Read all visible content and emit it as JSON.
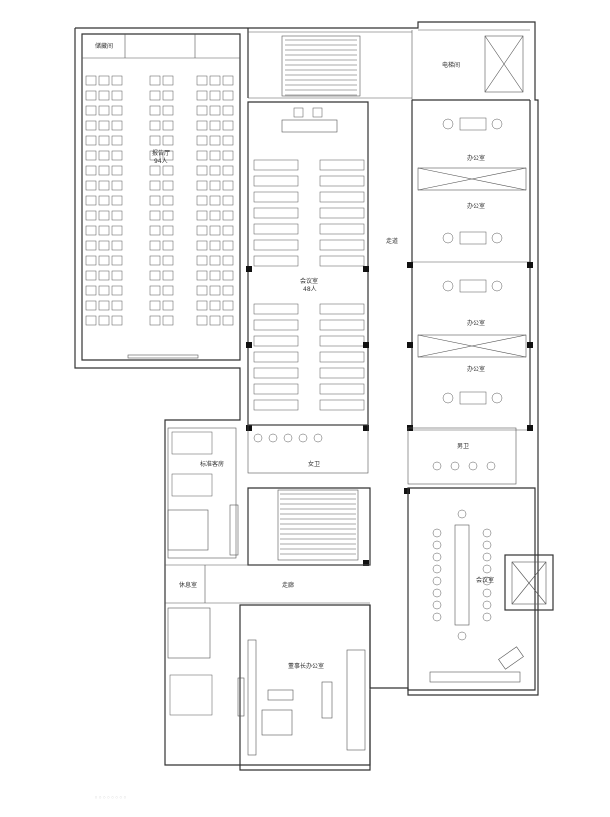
{
  "rooms": {
    "storage": "储藏间",
    "lecture_hall": "报告厅",
    "lecture_capacity": "94人",
    "electrical": "电梯间",
    "meeting_room": "会议室",
    "meeting_capacity": "48人",
    "corridor_right": "走道",
    "office_1": "办公室",
    "office_2": "办公室",
    "office_3": "办公室",
    "office_4": "办公室",
    "guest_room": "标准客房",
    "female_wc": "女卫",
    "male_wc": "男卫",
    "conference": "会议室",
    "lounge": "休息室",
    "corridor_mid": "走廊",
    "chairman_office": "董事长办公室"
  },
  "watermark": "◦◦◦◦◦◦◦◦"
}
